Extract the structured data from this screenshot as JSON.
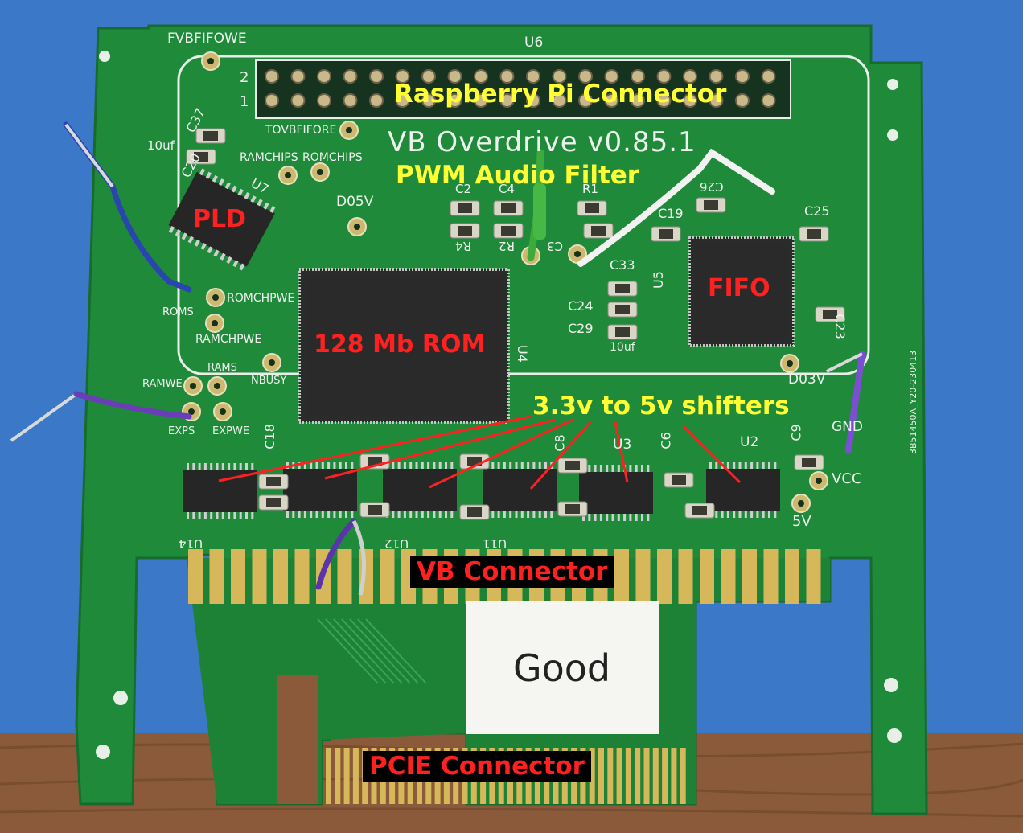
{
  "annotations": {
    "raspberry_pi": "Raspberry Pi Connector",
    "pwm_audio": "PWM Audio Filter",
    "pld": "PLD",
    "fifo": "FIFO",
    "rom": "128 Mb ROM",
    "shifters": "3.3v to 5v shifters",
    "vb_connector": "VB Connector",
    "pcie_connector": "PCIE Connector"
  },
  "board_text": {
    "title": "VB Overdrive v0.85.1",
    "good_label": "Good",
    "fvbfifowe": "FVBFIFOWE",
    "u6": "U6",
    "pin2": "2",
    "pin1": "1",
    "tovbfifore": "TOVBFIFORE",
    "ramchips": "RAMCHIPS",
    "romchips": "ROMCHIPS",
    "d05v": "D05V",
    "c37": "C37",
    "c20": "C20",
    "u7": "U7",
    "uf10": "10uf",
    "roms": "ROMS",
    "romchpwe": "ROMCHPWE",
    "ramchpwe": "RAMCHPWE",
    "ramwe": "RAMWE",
    "rams": "RAMS",
    "nbusy": "NBUSY",
    "exps": "EXPS",
    "expwe": "EXPWE",
    "c2": "C2",
    "c4": "C4",
    "r1": "R1",
    "r4": "R4",
    "r2": "R2",
    "c3": "C3",
    "c26": "C26",
    "c19": "C19",
    "c25": "C25",
    "c33": "C33",
    "c24": "C24",
    "c29": "C29",
    "uf10b": "10uf",
    "u5": "U5",
    "u4": "U4",
    "c23": "C23",
    "d03v": "D03V",
    "gnd": "GND",
    "vcc": "VCC",
    "v5": "5V",
    "u3": "U3",
    "u2": "U2",
    "c6": "C6",
    "c9": "C9",
    "c8": "C8",
    "c18": "C18",
    "u14": "U14",
    "u12": "U12",
    "u11": "U11",
    "serial": "3B51450A_Y20-230413"
  },
  "colors": {
    "background_blue": "#3b78c8",
    "pcb_green": "#1f8a3a",
    "gold": "#d6b85a",
    "annotation_yellow": "#ffff33",
    "annotation_red": "#ff2020",
    "wood": "#8a5a3a"
  }
}
